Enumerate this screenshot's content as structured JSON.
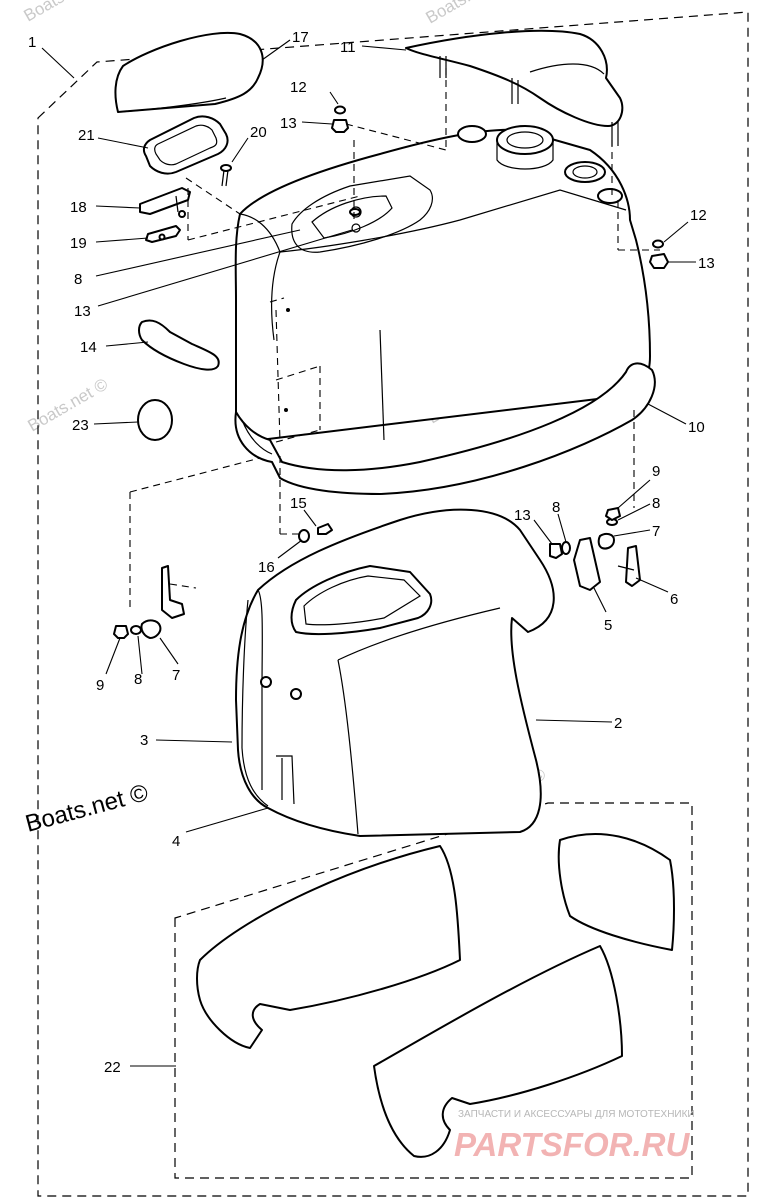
{
  "diagram": {
    "callouts": [
      "1",
      "2",
      "3",
      "4",
      "5",
      "6",
      "7",
      "8",
      "9",
      "10",
      "11",
      "12",
      "13",
      "14",
      "15",
      "16",
      "17",
      "18",
      "19",
      "20",
      "21",
      "22",
      "23"
    ],
    "watermark": "Boats.net ©",
    "credit": "Boats.net ©",
    "shop_caption": "ЗАПЧАСТИ И АКСЕССУАРЫ ДЛЯ МОТОТЕХНИКИ",
    "shop_brand": "PARTSFOR.RU"
  }
}
